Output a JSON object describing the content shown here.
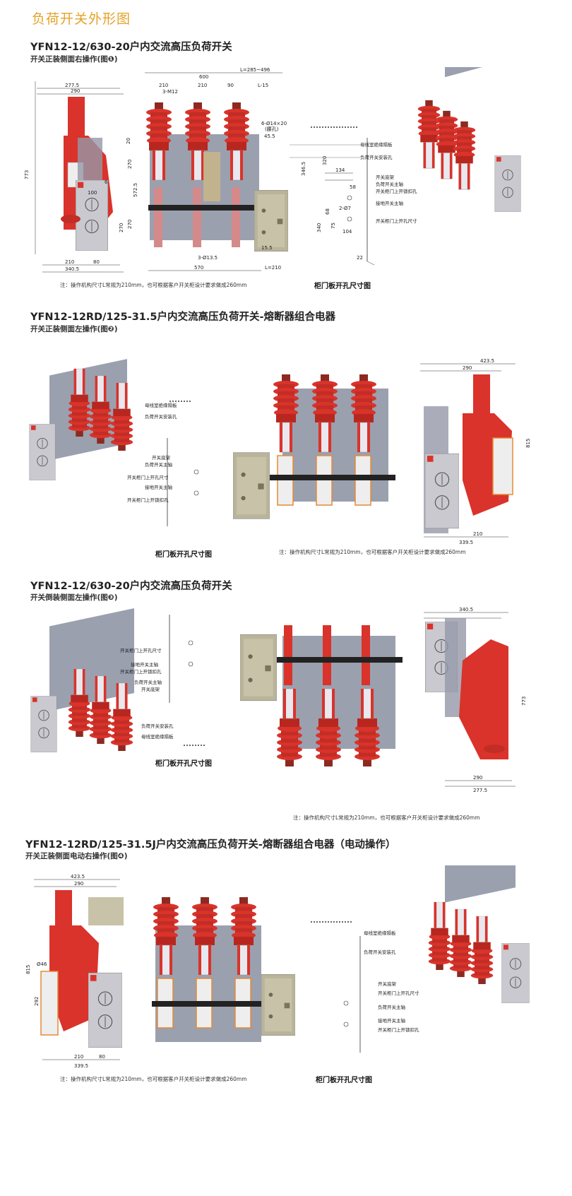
{
  "page": {
    "heading": "负荷开关外形图"
  },
  "colors": {
    "heading": "#e5a226",
    "insulator": "#d9332b",
    "insulator_dark": "#a41e1a",
    "frame": "#8a8fa0",
    "mechanism": "#b9b49a",
    "panel": "#c9c9cf"
  },
  "sections": [
    {
      "title": "YFN12-12/630-20户内交流高压负荷开关",
      "subtitle": "开关正装侧面右操作(图❶)",
      "note": "注：操作机构尺寸L常规为210mm，也可根据客户开关柜设计要求做成260mm",
      "caption": "柜门板开孔尺寸图",
      "dims": {
        "side_w1": "277.5",
        "side_w2": "290",
        "side_h": "773",
        "side_bottom1": "210",
        "side_bottom2": "80",
        "side_bottom3": "340.5",
        "front_l": "L=285~496",
        "front_600": "600",
        "front_210a": "210",
        "front_210b": "210",
        "front_90": "90",
        "front_l15": "L-15",
        "front_3m12": "3-M12",
        "front_hole": "6-Ø14×20",
        "front_hole_sub": "(腰孔)",
        "front_455": "45.5",
        "front_3013": "3-Ø13.5",
        "front_570": "570",
        "front_l210": "L=210",
        "front_155": "15.5",
        "front_5725": "572.5",
        "front_270a": "270",
        "front_270b": "270",
        "front_20": "20",
        "front_3465": "346.5",
        "door_134": "134",
        "door_58": "58",
        "door_27": "2-Ø7",
        "door_104": "104",
        "door_340": "340",
        "door_68": "68",
        "door_75": "75",
        "door_22": "22",
        "door_320": "320",
        "side_6": "6",
        "side_100": "100",
        "side_270": "270"
      },
      "door_labels": [
        "母线室绝缘隔板",
        "负荷开关安装孔",
        "开关底架",
        "负荷开关主轴",
        "开关柜门上开锁扣孔",
        "接地开关主轴",
        "开关柜门上开孔尺寸"
      ]
    },
    {
      "title": "YFN12-12RD/125-31.5户内交流高压负荷开关-熔断器组合电器",
      "subtitle": "开关正装侧面左操作(图❷)",
      "note": "注：操作机构尺寸L常规为210mm，也可根据客户开关柜设计要求做成260mm",
      "caption": "柜门板开孔尺寸图",
      "dims": {
        "side_w1": "423.5",
        "side_w2": "290",
        "side_h": "815",
        "side_bottom1": "210",
        "side_bottom2": "339.5"
      },
      "door_labels": [
        "母线室绝缘隔板",
        "负荷开关安装孔",
        "开关底架",
        "负荷开关主轴",
        "开关柜门上开孔尺寸",
        "接地开关主轴",
        "开关柜门上开锁扣孔"
      ]
    },
    {
      "title": "YFN12-12/630-20户内交流高压负荷开关",
      "subtitle": "开关倒装侧面左操作(图❸)",
      "note": "注：操作机构尺寸L常规为210mm，也可根据客户开关柜设计要求做成260mm",
      "caption": "柜门板开孔尺寸图",
      "dims": {
        "side_w1": "340.5",
        "side_w2": "290",
        "side_w3": "277.5",
        "side_h": "773"
      },
      "door_labels": [
        "开关柜门上开孔尺寸",
        "接地开关主轴",
        "开关柜门上开锁扣孔",
        "负荷开关主轴",
        "开关底架",
        "负荷开关安装孔",
        "母线室绝缘隔板"
      ]
    },
    {
      "title": "YFN12-12RD/125-31.5J户内交流高压负荷开关-熔断器组合电器（电动操作）",
      "subtitle": "开关正装侧面电动右操作(图❹)",
      "note": "注：操作机构尺寸L常规为210mm，也可根据客户开关柜设计要求做成260mm",
      "caption": "柜门板开孔尺寸图",
      "dims": {
        "side_w1": "423.5",
        "side_w2": "290",
        "side_h": "815",
        "side_bottom1": "210",
        "side_bottom2": "80",
        "side_bottom3": "339.5",
        "side_46": "Ø46",
        "side_292": "292"
      },
      "door_labels": [
        "母线室绝缘隔板",
        "负荷开关安装孔",
        "开关底架",
        "开关柜门上开孔尺寸",
        "负荷开关主轴",
        "接地开关主轴",
        "开关柜门上开锁扣孔"
      ]
    }
  ]
}
